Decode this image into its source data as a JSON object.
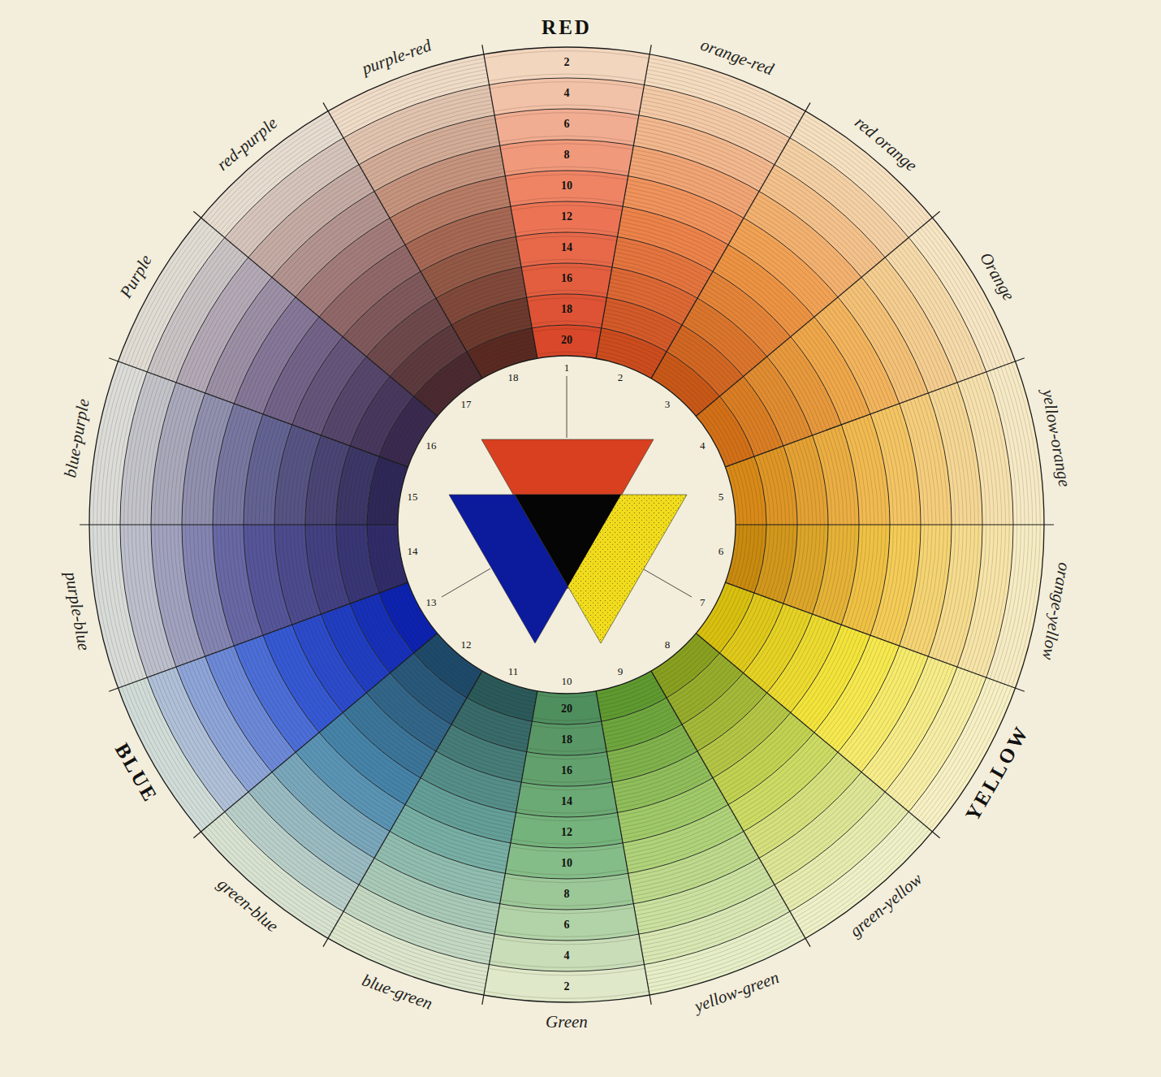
{
  "diagram": {
    "labels": [
      "RED",
      "orange-red",
      "red orange",
      "Orange",
      "yellow-orange",
      "orange-yellow",
      "YELLOW",
      "green-yellow",
      "yellow-green",
      "Green",
      "blue-green",
      "green-blue",
      "BLUE",
      "purple-blue",
      "blue-purple",
      "Purple",
      "red-purple",
      "purple-red",
      "2",
      "4",
      "6",
      "8",
      "10",
      "12",
      "14",
      "16",
      "18",
      "20",
      "20",
      "18",
      "16",
      "14",
      "12",
      "10",
      "8",
      "6",
      "4",
      "2",
      "1",
      "2",
      "3",
      "4",
      "5",
      "6",
      "7",
      "8",
      "9",
      "10",
      "11",
      "12",
      "13",
      "14",
      "15",
      "16",
      "17",
      "18"
    ]
  }
}
